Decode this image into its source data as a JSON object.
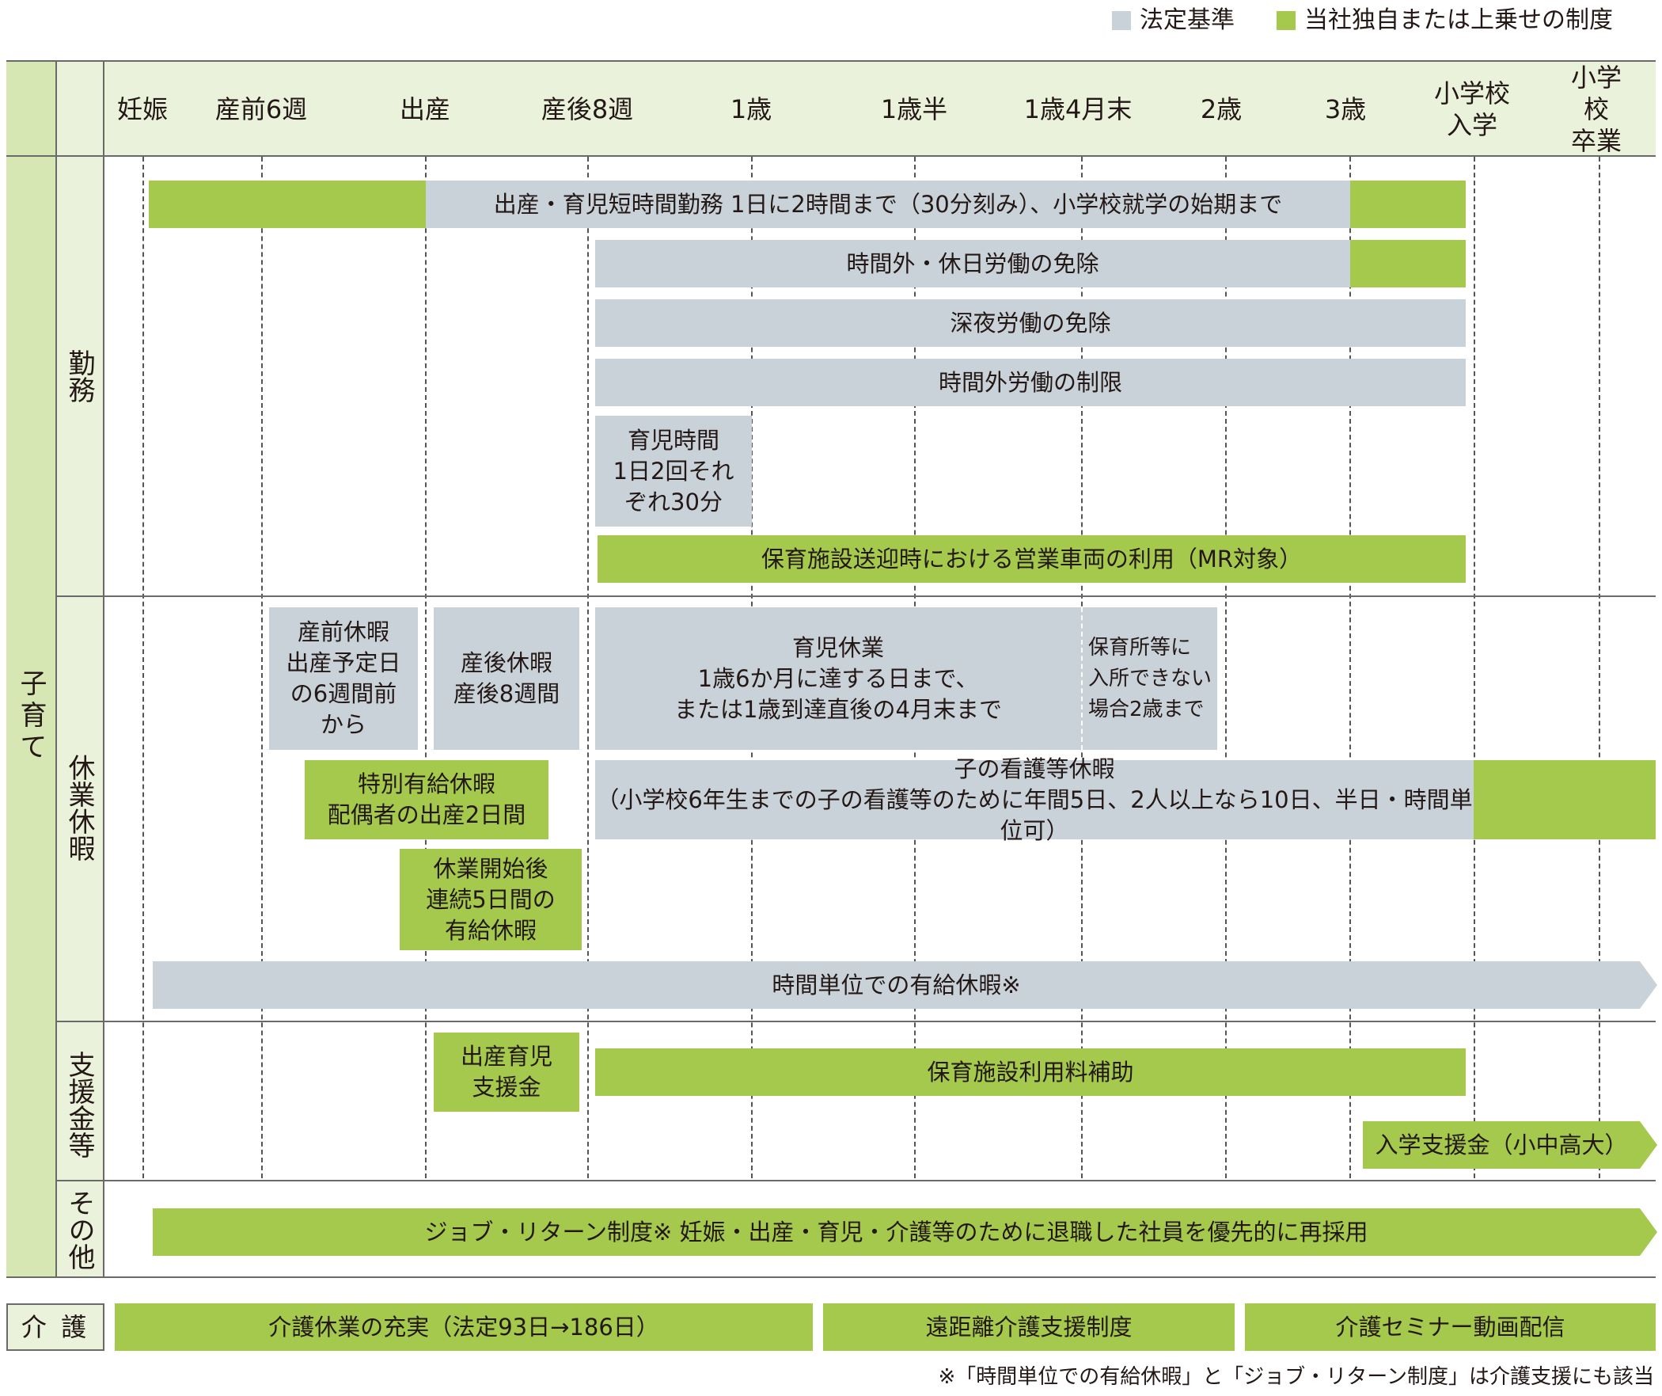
{
  "legend": {
    "standard_label": "法定基準",
    "company_label": "当社独自または上乗せの制度",
    "standard_color": "#c9d2d9",
    "company_color": "#a4c94c"
  },
  "timeline": [
    "妊娠",
    "産前6週",
    "出産",
    "産後8週",
    "1歳",
    "1歳半",
    "1歳4月末",
    "2歳",
    "3歳",
    "小学校\n入学",
    "小学校\n卒業"
  ],
  "categories": {
    "main": "子育て",
    "work": "勤務",
    "leave": "休業休暇",
    "support": "支援金等",
    "other": "その他",
    "care": "介 護"
  },
  "bars": {
    "short_hours": "出産・育児短時間勤務 1日に2時間まで（30分刻み）、小学校就学の始期まで",
    "overtime_holiday_exempt": "時間外・休日労働の免除",
    "night_exempt": "深夜労働の免除",
    "overtime_limit": "時間外労働の制限",
    "childcare_time": "育児時間\n1日2回それ\nぞれ30分",
    "company_car": "保育施設送迎時における営業車両の利用（MR対象）",
    "prenatal_leave": "産前休暇\n出産予定日\nの6週間前\nから",
    "postnatal_leave": "産後休暇\n産後8週間",
    "childcare_leave": "育児休業\n1歳6か月に達する日まで、\nまたは1歳到達直後の4月末まで",
    "childcare_leave_ext": "保育所等に\n入所できない\n場合2歳まで",
    "special_paid_leave": "特別有給休暇\n配偶者の出産2日間",
    "child_nursing_leave": "子の看護等休暇\n（小学校6年生までの子の看護等のために年間5日、2人以上なら10日、半日・時間単位可）",
    "paid_leave_5days": "休業開始後\n連続5日間の\n有給休暇",
    "hourly_paid_leave": "時間単位での有給休暇※",
    "birth_support": "出産育児\n支援金",
    "nursery_subsidy": "保育施設利用料補助",
    "school_support": "入学支援金（小中高大）",
    "job_return": "ジョブ・リターン制度※ 妊娠・出産・育児・介護等のために退職した社員を優先的に再採用",
    "care_leave": "介護休業の充実（法定93日→186日）",
    "remote_care": "遠距離介護支援制度",
    "care_seminar": "介護セミナー動画配信"
  },
  "footnote": "※「時間単位での有給休暇」と「ジョブ・リターン制度」は介護支援にも該当"
}
